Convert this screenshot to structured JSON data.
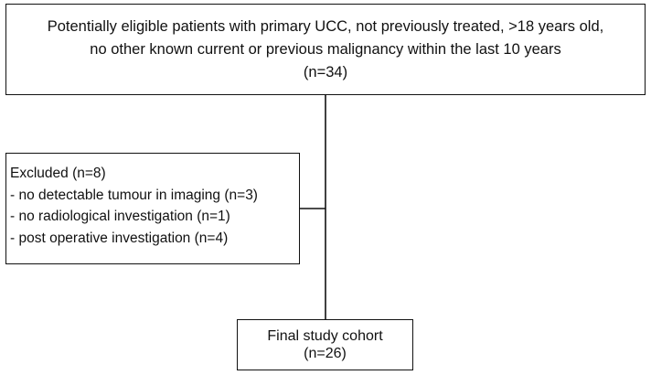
{
  "top_box": {
    "line1": "Potentially eligible patients with primary UCC, not previously treated, >18 years old,",
    "line2": "no other known current or previous malignancy within the last 10 years",
    "count": "(n=34)"
  },
  "excluded_box": {
    "title": "Excluded (n=8)",
    "items": [
      "- no detectable tumour in imaging (n=3)",
      "- no radiological investigation (n=1)",
      "- post operative investigation (n=4)"
    ]
  },
  "final_box": {
    "title": "Final study cohort",
    "count": "(n=26)"
  }
}
